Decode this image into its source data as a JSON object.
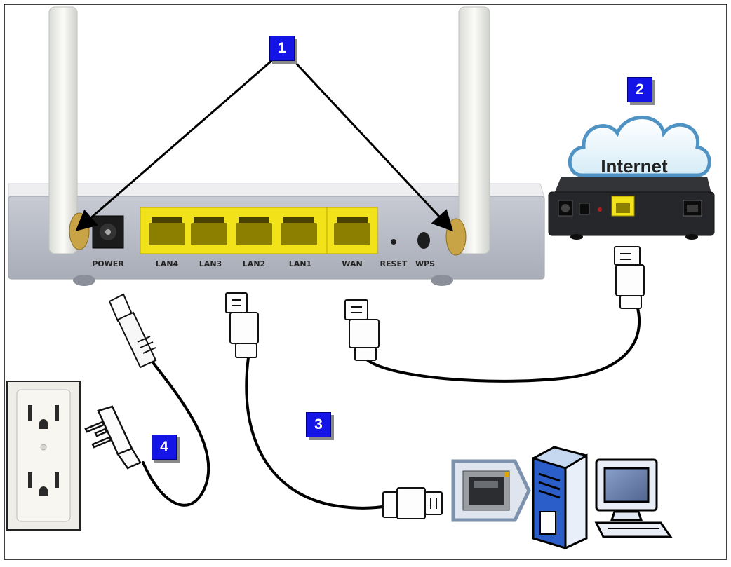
{
  "callouts": {
    "antennas": "1",
    "internet": "2",
    "ethernet": "3",
    "power": "4"
  },
  "cloud": {
    "label": "Internet"
  },
  "router": {
    "ports": {
      "power": "POWER",
      "lan4": "LAN4",
      "lan3": "LAN3",
      "lan2": "LAN2",
      "lan1": "LAN1",
      "wan": "WAN",
      "reset": "RESET",
      "wps": "WPS"
    }
  },
  "colors": {
    "callout_fill": "#1414e6",
    "port_yellow": "#f2e21a",
    "router_body": "#b9bcc6",
    "cable": "#000000"
  }
}
